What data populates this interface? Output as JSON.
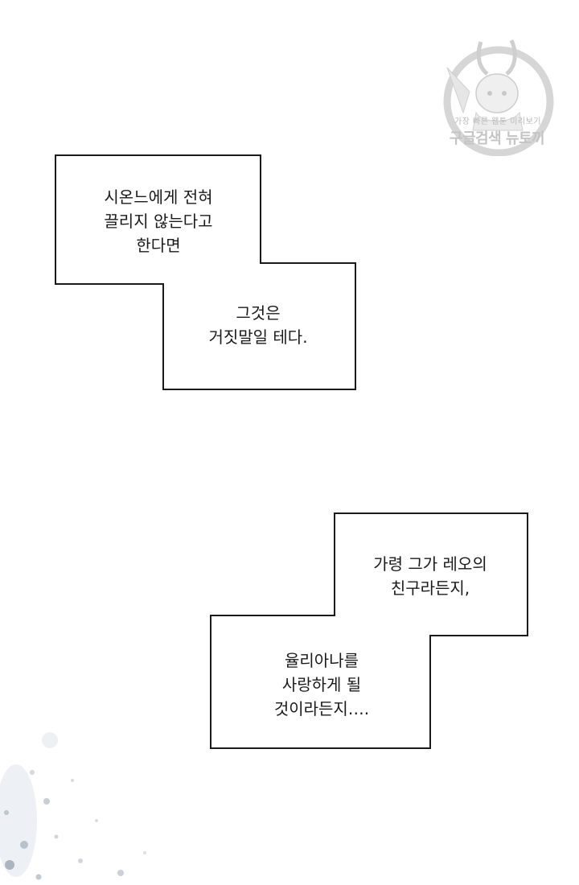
{
  "watermark": {
    "line1": "가장 빠른 웹툰 미리보기",
    "line2": "구글검색 뉴토끼"
  },
  "captions": {
    "box1": "시온느에게 전혀\n끌리지 않는다고\n한다면",
    "box2": "그것은\n거짓말일 테다.",
    "box3": "가령 그가 레오의\n친구라든지,",
    "box4": "율리아나를\n사랑하게 될\n것이라든지…."
  },
  "colors": {
    "border": "#1a1a1a",
    "background": "#ffffff",
    "watermark": "#c0c0c0"
  }
}
